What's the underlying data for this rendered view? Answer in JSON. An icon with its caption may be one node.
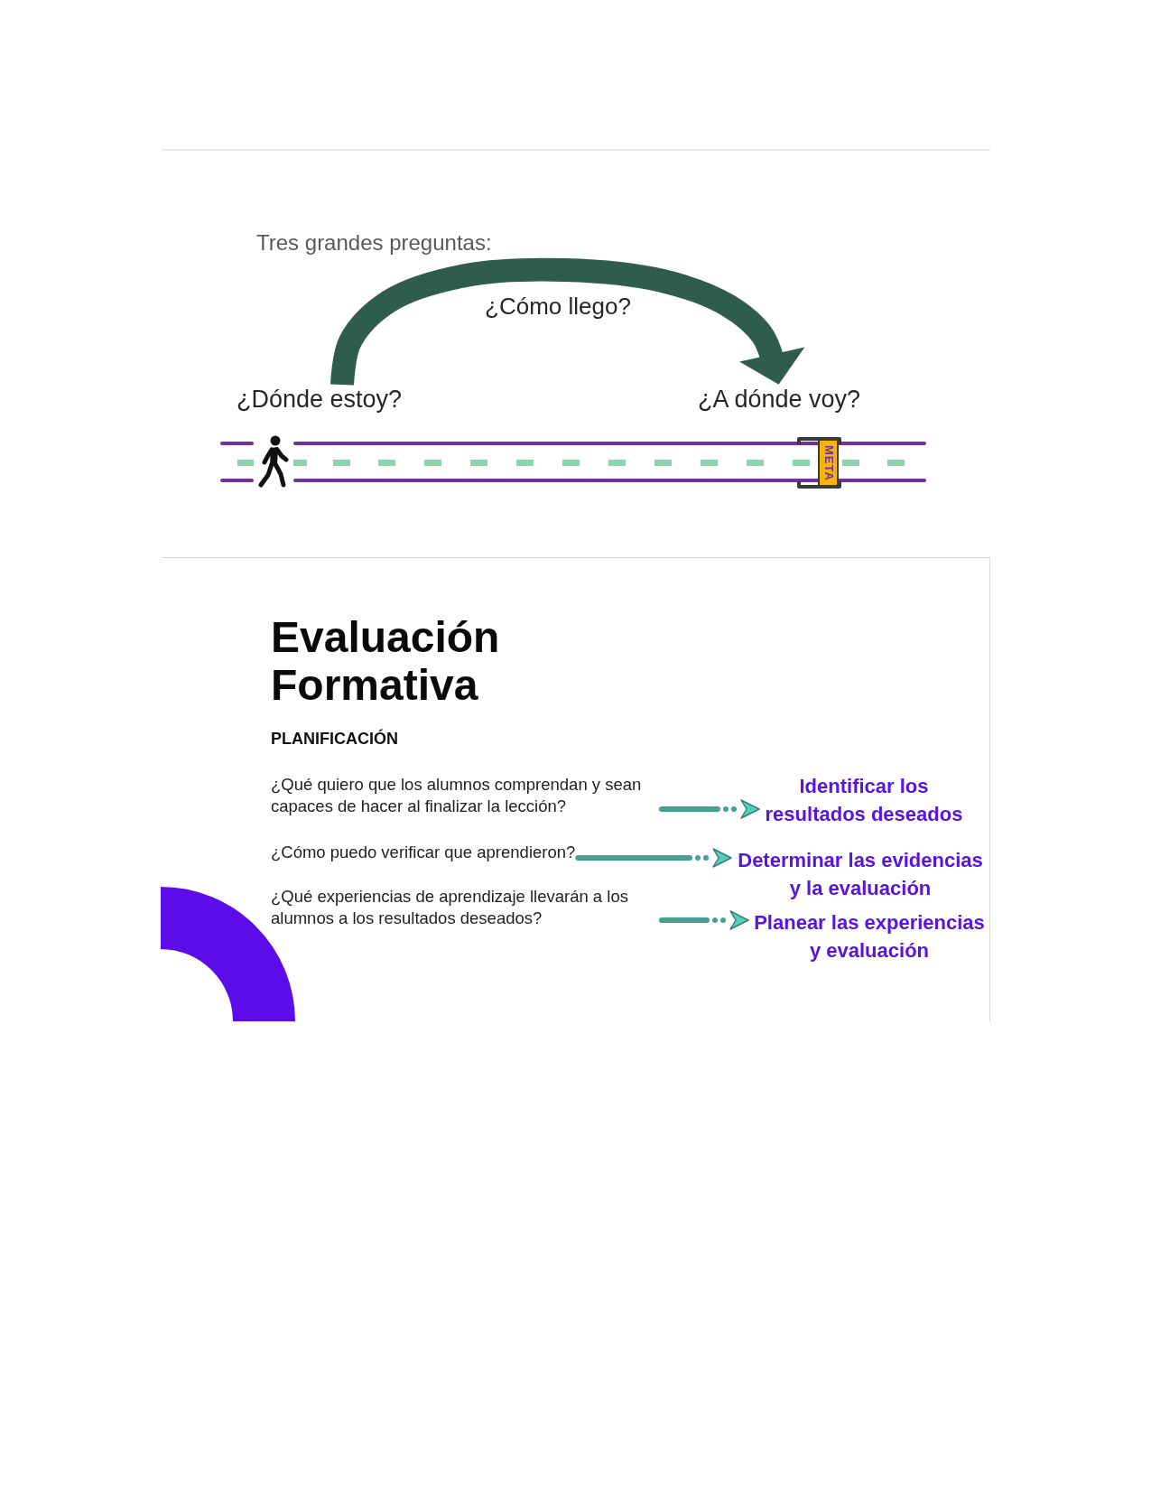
{
  "diagram": {
    "title": "Evaluación Formativa",
    "nodes": [
      {
        "text": [
          "¿Dónde estoy?"
        ]
      },
      {
        "text": [
          "¿A dónde voy?"
        ]
      },
      {
        "text": [
          "META"
        ]
      },
      {
        "text": [
          "¿Qué quiero que los alumnos comprendan y sean capaces de hacer al finalizar la lección?"
        ]
      },
      {
        "text": [
          "Identificar los resultados deseados"
        ]
      },
      {
        "text": [
          "¿Cómo puedo verificar que aprendieron?"
        ]
      },
      {
        "text": [
          "Determinar las evidencias y la evaluación"
        ]
      },
      {
        "text": [
          "¿Qué experiencias de aprendizaje llevarán a los alumnos a los resultados deseados?"
        ]
      },
      {
        "text": [
          "Planear las experiencias y evaluación"
        ]
      }
    ],
    "edges": [
      {
        "from": 0,
        "to": 1,
        "arrow": "to",
        "label": "¿Cómo llego?",
        "style": "thick",
        "color": "#2e5d4d"
      },
      {
        "from": 3,
        "to": 4,
        "arrow": "to"
      },
      {
        "from": 5,
        "to": 6,
        "arrow": "to"
      },
      {
        "from": 7,
        "to": 8,
        "arrow": "to"
      }
    ],
    "labels": [
      "Tres grandes preguntas:",
      "PLANIFICACIÓN"
    ]
  }
}
